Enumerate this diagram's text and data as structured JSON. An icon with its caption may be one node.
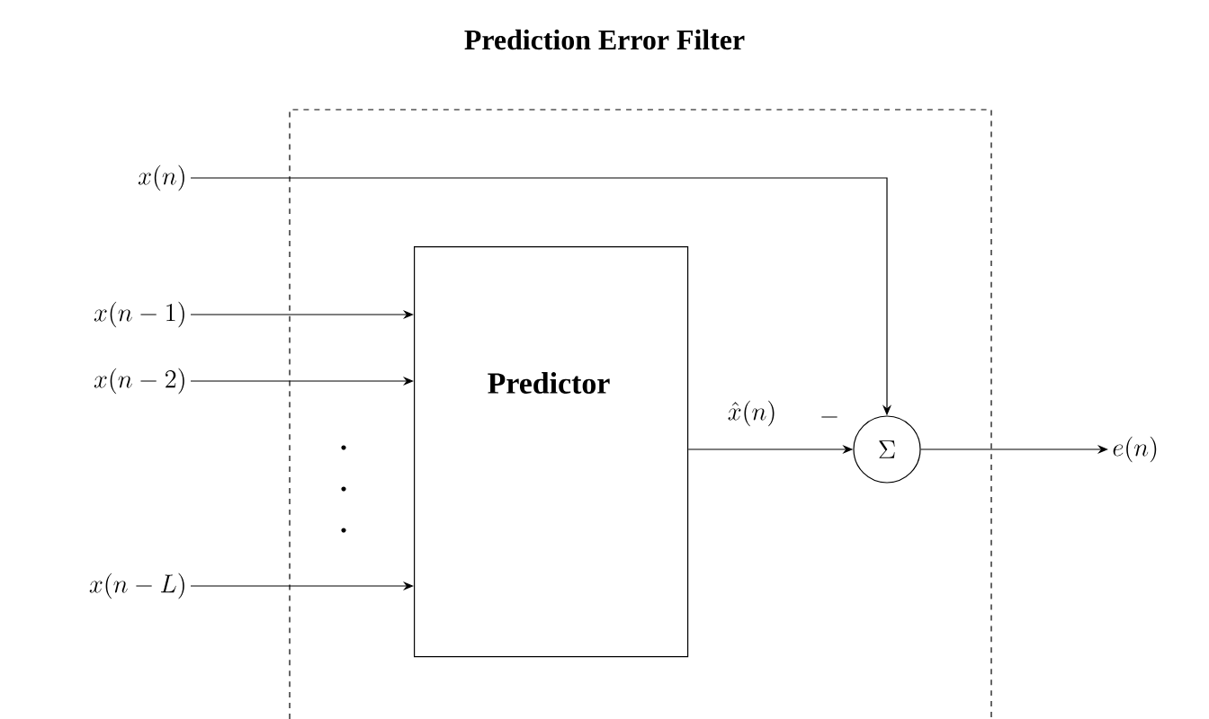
{
  "diagram": {
    "nodes": [
      {
        "text": [
          "Prediction Error Filter"
        ]
      },
      {
        "text": [
          "x(n)"
        ]
      },
      {
        "text": [
          "x(n-1)"
        ]
      },
      {
        "text": [
          "x(n-2)"
        ]
      },
      {
        "text": [
          "x(n-L)"
        ]
      },
      {
        "text": [
          "Predictor"
        ],
        "in": 0
      },
      {
        "text": [
          "\\Sigma"
        ],
        "in": 0,
        "beside": [
          "-"
        ]
      },
      {
        "text": [
          "e(n)"
        ]
      }
    ],
    "edges": [
      {
        "from": 1,
        "to": 6,
        "arrow": "to"
      },
      {
        "from": 2,
        "to": 5,
        "arrow": "to"
      },
      {
        "from": 3,
        "to": 5,
        "arrow": "to"
      },
      {
        "from": 4,
        "to": 5,
        "arrow": "to"
      },
      {
        "from": 5,
        "to": 6,
        "arrow": "to",
        "label": "\\hat{x}(n)"
      },
      {
        "from": 6,
        "to": 7,
        "arrow": "to"
      }
    ]
  }
}
